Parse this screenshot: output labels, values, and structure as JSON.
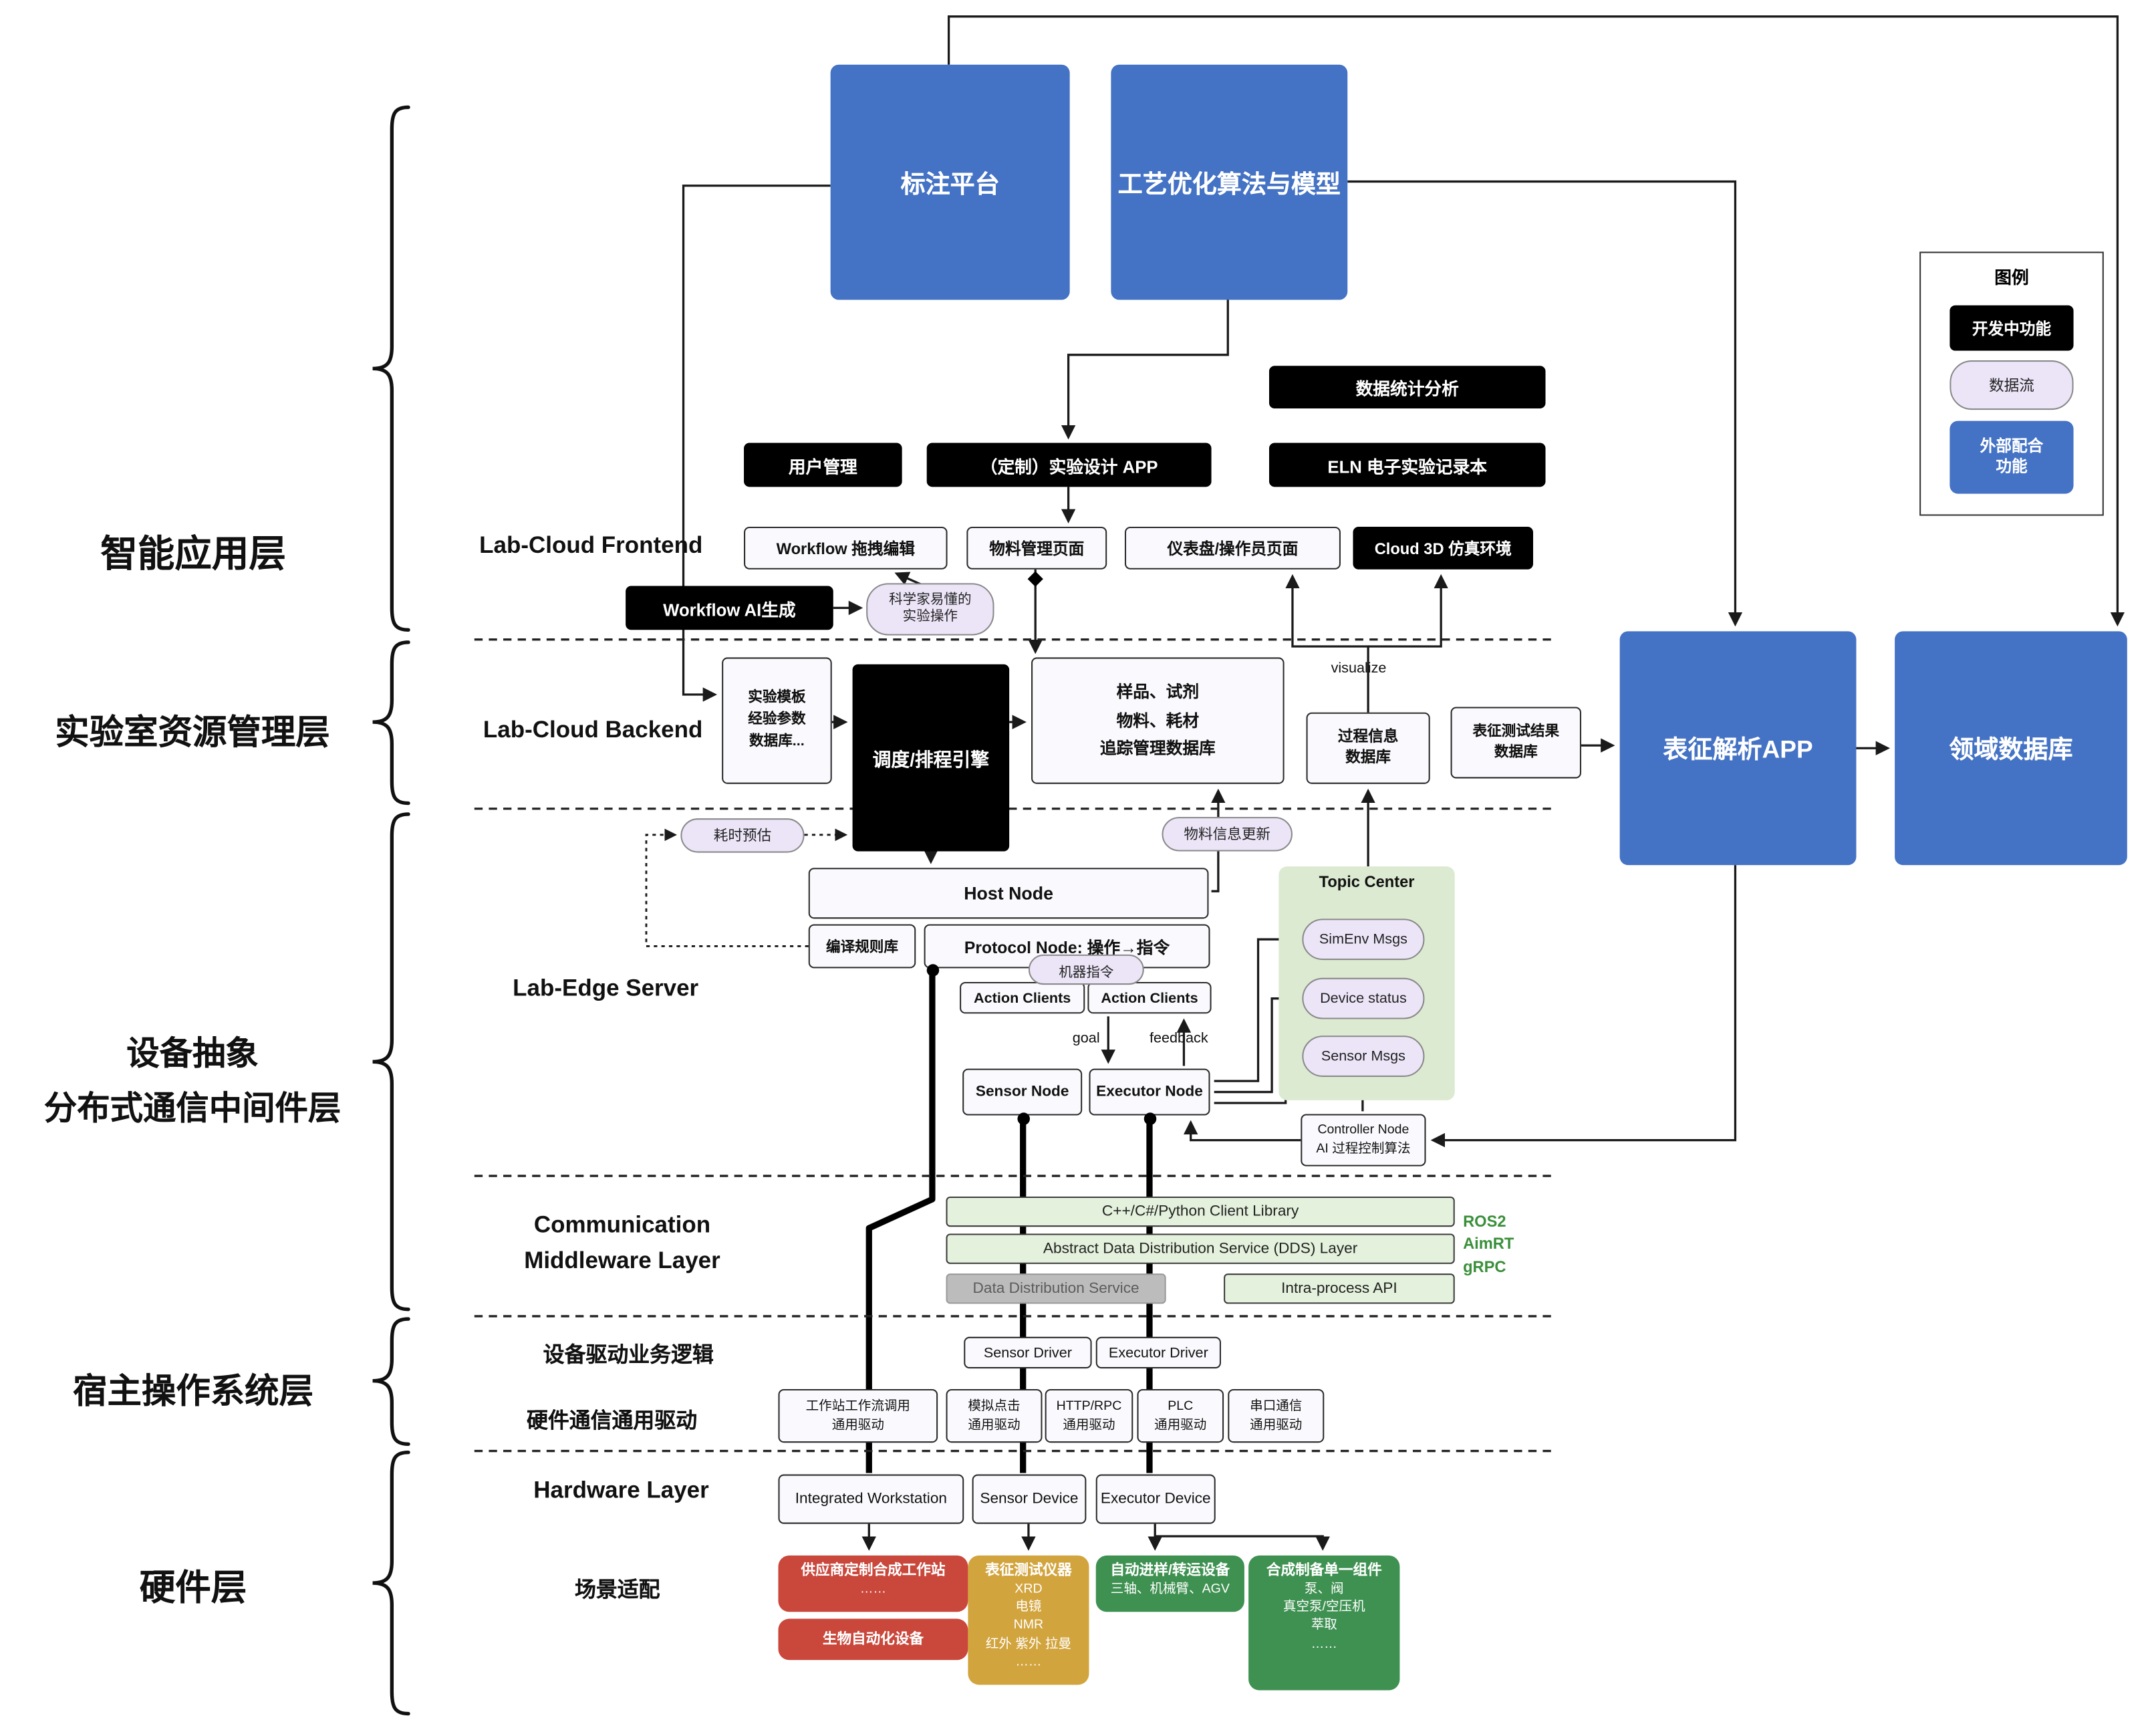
{
  "colors": {
    "blue": "#4472c4",
    "black": "#000000",
    "purple_pill": "#ece5f8",
    "green_panel": "#dcead2",
    "green_bar": "#e4f1dc",
    "gray_bar": "#bcbcbc",
    "red_box": "#c9473b",
    "tan_box": "#d2a43e",
    "green_box": "#3f9152",
    "green_text": "#3a8f3a"
  },
  "layer_labels": {
    "app": "智能应用层",
    "resource": "实验室资源管理层",
    "device": "设备抽象\n分布式通信中间件层",
    "host_os": "宿主操作系统层",
    "hardware": "硬件层"
  },
  "legend": {
    "title": "图例",
    "dev": "开发中功能",
    "flow": "数据流",
    "external": "外部配合\n功能"
  },
  "top_apps": {
    "annotation": "标注平台",
    "process_opt": "工艺优化算法与模型"
  },
  "frontend": {
    "section": "Lab-Cloud Frontend",
    "stats": "数据统计分析",
    "user_mgmt": "用户管理",
    "design_app": "（定制）实验设计 APP",
    "eln": "ELN 电子实验记录本",
    "workflow_edit": "Workflow 拖拽编辑",
    "material_page": "物料管理页面",
    "dashboard": "仪表盘/操作员页面",
    "cloud3d": "Cloud 3D 仿真环境",
    "workflow_ai": "Workflow AI生成",
    "scientist_ops": "科学家易懂的\n实验操作"
  },
  "backend": {
    "section": "Lab-Cloud Backend",
    "template_db": "实验模板\n经验参数\n数据库...",
    "scheduler": "调度/排程引擎",
    "sample_db": "样品、试剂\n物料、耗材\n追踪管理数据库",
    "visualize": "visualize",
    "process_db": "过程信息\n数据库",
    "char_result_db": "表征测试结果\n数据库",
    "char_app": "表征解析APP",
    "domain_db": "领域数据库",
    "time_estimate": "耗时预估",
    "material_update": "物料信息更新"
  },
  "edge": {
    "section": "Lab-Edge Server",
    "host_node": "Host Node",
    "rules_lib": "编译规则库",
    "protocol_node": "Protocol Node: 操作→指令",
    "machine_cmd": "机器指令",
    "action_clients_1": "Action Clients",
    "action_clients_2": "Action Clients",
    "goal": "goal",
    "feedback": "feedback",
    "sensor_node": "Sensor Node",
    "executor_node": "Executor Node",
    "topic_center": {
      "title": "Topic Center",
      "pills": [
        "SimEnv Msgs",
        "Device status",
        "Sensor Msgs"
      ]
    },
    "controller": "Controller Node\nAI 过程控制算法"
  },
  "middleware": {
    "section": "Communication\nMiddleware Layer",
    "bars": [
      "C++/C#/Python Client Library",
      "Abstract Data Distribution Service (DDS) Layer"
    ],
    "dds": "Data Distribution Service",
    "intra": "Intra-process API",
    "tags": [
      "ROS2",
      "AimRT",
      "gRPC"
    ]
  },
  "host_os": {
    "driver_logic": "设备驱动业务逻辑",
    "sensor_driver": "Sensor Driver",
    "executor_driver": "Executor Driver",
    "hw_driver": "硬件通信通用驱动",
    "drivers": [
      "工作站工作流调用\n通用驱动",
      "模拟点击\n通用驱动",
      "HTTP/RPC\n通用驱动",
      "PLC\n通用驱动",
      "串口通信\n通用驱动"
    ]
  },
  "hardware": {
    "section": "Hardware Layer",
    "workstation": "Integrated Workstation",
    "sensor_device": "Sensor Device",
    "executor_device": "Executor Device",
    "scene_label": "场景适配",
    "vendor_ws": {
      "title": "供应商定制合成工作站",
      "lines": [
        "……"
      ]
    },
    "bio": {
      "title": "生物自动化设备"
    },
    "char_instruments": {
      "title": "表征测试仪器",
      "lines": [
        "XRD",
        "电镜",
        "NMR",
        "红外 紫外 拉曼",
        "……"
      ]
    },
    "transfer": {
      "title": "自动进样/转运设备",
      "lines": [
        "三轴、机械臂、AGV"
      ]
    },
    "synthesis": {
      "title": "合成制备单一组件",
      "lines": [
        "泵、阀",
        "真空泵/空压机",
        "萃取",
        "……"
      ]
    }
  }
}
